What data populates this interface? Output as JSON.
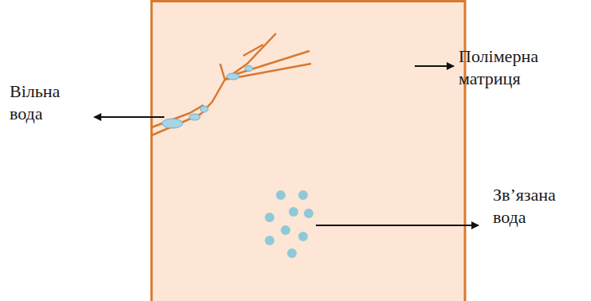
{
  "diagram": {
    "labels": [
      "Полімерна матриця",
      "Вільна вода",
      "Зв’язана вода"
    ]
  }
}
